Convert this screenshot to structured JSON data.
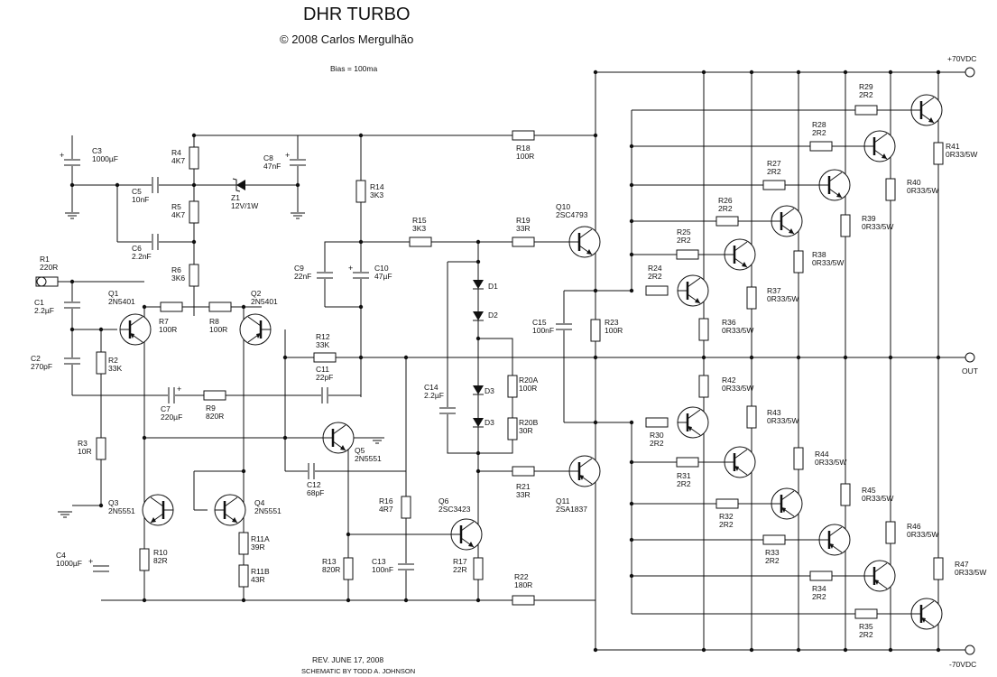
{
  "header": {
    "title": "DHR TURBO",
    "copyright": "© 2008 Carlos Mergulhão",
    "bias": "Bias = 100ma"
  },
  "footer": {
    "revision": "REV. JUNE 17, 2008",
    "credit": "SCHEMATIC BY TODD A. JOHNSON"
  },
  "rails": {
    "pos": "+70VDC",
    "neg": "-70VDC",
    "out": "OUT"
  },
  "components": {
    "C3": {
      "ref": "C3",
      "val": "1000µF"
    },
    "C5": {
      "ref": "C5",
      "val": "10nF"
    },
    "C6": {
      "ref": "C6",
      "val": "2.2nF"
    },
    "R4": {
      "ref": "R4",
      "val": "4K7"
    },
    "R5": {
      "ref": "R5",
      "val": "4K7"
    },
    "R6": {
      "ref": "R6",
      "val": "3K6"
    },
    "C8": {
      "ref": "C8",
      "val": "47nF"
    },
    "Z1": {
      "ref": "Z1",
      "val": "12V/1W"
    },
    "R18": {
      "ref": "R18",
      "val": "100R"
    },
    "R14": {
      "ref": "R14",
      "val": "3K3"
    },
    "R15": {
      "ref": "R15",
      "val": "3K3"
    },
    "R19": {
      "ref": "R19",
      "val": "33R"
    },
    "Q10": {
      "ref": "Q10",
      "val": "2SC4793"
    },
    "C9": {
      "ref": "C9",
      "val": "22nF"
    },
    "C10": {
      "ref": "C10",
      "val": "47µF"
    },
    "R1": {
      "ref": "R1",
      "val": "220R"
    },
    "C1": {
      "ref": "C1",
      "val": "2.2µF"
    },
    "Q1": {
      "ref": "Q1",
      "val": "2N5401"
    },
    "Q2": {
      "ref": "Q2",
      "val": "2N5401"
    },
    "R7": {
      "ref": "R7",
      "val": "100R"
    },
    "R8": {
      "ref": "R8",
      "val": "100R"
    },
    "R12": {
      "ref": "R12",
      "val": "33K"
    },
    "C11": {
      "ref": "C11",
      "val": "22pF"
    },
    "C2": {
      "ref": "C2",
      "val": "270pF"
    },
    "R2": {
      "ref": "R2",
      "val": "33K"
    },
    "C7": {
      "ref": "C7",
      "val": "220µF"
    },
    "R9": {
      "ref": "R9",
      "val": "820R"
    },
    "R3": {
      "ref": "R3",
      "val": "10R"
    },
    "Q5": {
      "ref": "Q5",
      "val": "2N5551"
    },
    "C12": {
      "ref": "C12",
      "val": "68pF"
    },
    "Q3": {
      "ref": "Q3",
      "val": "2N5551"
    },
    "Q4": {
      "ref": "Q4",
      "val": "2N5551"
    },
    "R10": {
      "ref": "R10",
      "val": "82R"
    },
    "R11A": {
      "ref": "R11A",
      "val": "39R"
    },
    "R11B": {
      "ref": "R11B",
      "val": "43R"
    },
    "C4": {
      "ref": "C4",
      "val": "1000µF"
    },
    "R16": {
      "ref": "R16",
      "val": "4R7"
    },
    "Q6": {
      "ref": "Q6",
      "val": "2SC3423"
    },
    "R13": {
      "ref": "R13",
      "val": "820R"
    },
    "C13": {
      "ref": "C13",
      "val": "100nF"
    },
    "R17": {
      "ref": "R17",
      "val": "22R"
    },
    "R22": {
      "ref": "R22",
      "val": "180R"
    },
    "D1": {
      "ref": "D1",
      "val": ""
    },
    "D2": {
      "ref": "D2",
      "val": ""
    },
    "D3a": {
      "ref": "D3",
      "val": ""
    },
    "D3b": {
      "ref": "D3",
      "val": ""
    },
    "C14": {
      "ref": "C14",
      "val": "2.2µF"
    },
    "R20A": {
      "ref": "R20A",
      "val": "100R"
    },
    "R20B": {
      "ref": "R20B",
      "val": "30R"
    },
    "R21": {
      "ref": "R21",
      "val": "33R"
    },
    "Q11": {
      "ref": "Q11",
      "val": "2SA1837"
    },
    "C15": {
      "ref": "C15",
      "val": "100nF"
    },
    "R23": {
      "ref": "R23",
      "val": "100R"
    },
    "R24": {
      "ref": "R24",
      "val": "2R2"
    },
    "R25": {
      "ref": "R25",
      "val": "2R2"
    },
    "R26": {
      "ref": "R26",
      "val": "2R2"
    },
    "R27": {
      "ref": "R27",
      "val": "2R2"
    },
    "R28": {
      "ref": "R28",
      "val": "2R2"
    },
    "R29": {
      "ref": "R29",
      "val": "2R2"
    },
    "R30": {
      "ref": "R30",
      "val": "2R2"
    },
    "R31": {
      "ref": "R31",
      "val": "2R2"
    },
    "R32": {
      "ref": "R32",
      "val": "2R2"
    },
    "R33": {
      "ref": "R33",
      "val": "2R2"
    },
    "R34": {
      "ref": "R34",
      "val": "2R2"
    },
    "R35": {
      "ref": "R35",
      "val": "2R2"
    },
    "R36": {
      "ref": "R36",
      "val": "0R33/5W"
    },
    "R37": {
      "ref": "R37",
      "val": "0R33/5W"
    },
    "R38": {
      "ref": "R38",
      "val": "0R33/5W"
    },
    "R39": {
      "ref": "R39",
      "val": "0R33/5W"
    },
    "R40": {
      "ref": "R40",
      "val": "0R33/5W"
    },
    "R41": {
      "ref": "R41",
      "val": "0R33/5W"
    },
    "R42": {
      "ref": "R42",
      "val": "0R33/5W"
    },
    "R43": {
      "ref": "R43",
      "val": "0R33/5W"
    },
    "R44": {
      "ref": "R44",
      "val": "0R33/5W"
    },
    "R45": {
      "ref": "R45",
      "val": "0R33/5W"
    },
    "R46": {
      "ref": "R46",
      "val": "0R33/5W"
    },
    "R47": {
      "ref": "R47",
      "val": "0R33/5W"
    }
  }
}
